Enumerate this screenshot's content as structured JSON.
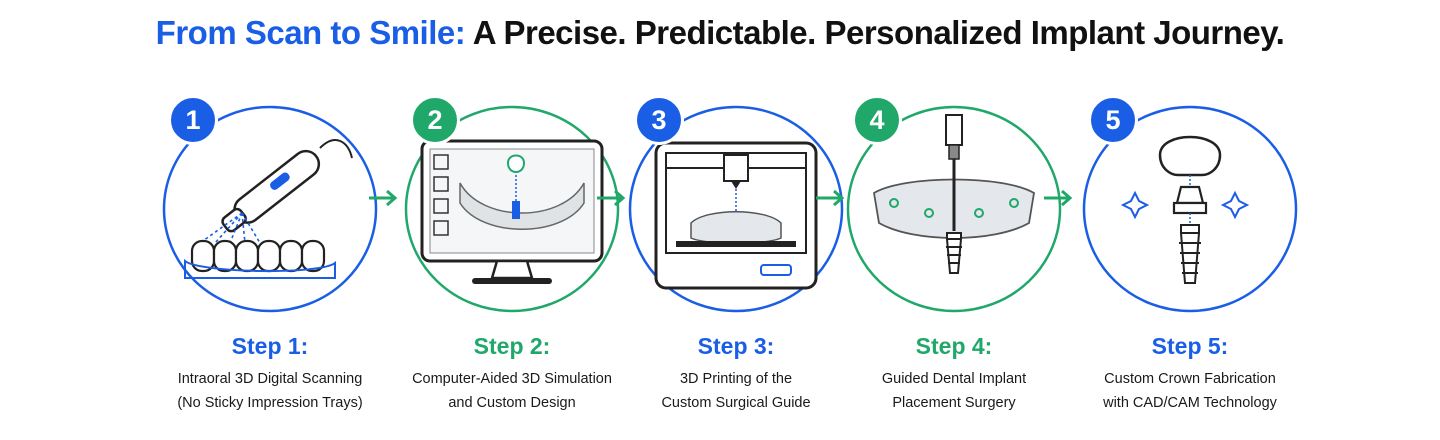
{
  "title": {
    "highlight": "From Scan to Smile:",
    "rest": "A Precise. Predictable. Personalized Implant Journey."
  },
  "steps": [
    {
      "number": "1",
      "label": "Step 1:",
      "line1": "Intraoral 3D Digital Scanning",
      "line2": "(No Sticky Impression Trays)",
      "color": "#1a5ee6"
    },
    {
      "number": "2",
      "label": "Step 2:",
      "line1": "Computer-Aided 3D Simulation",
      "line2": "and Custom Design",
      "color": "#20a86a"
    },
    {
      "number": "3",
      "label": "Step 3:",
      "line1": "3D Printing of the",
      "line2": "Custom Surgical Guide",
      "color": "#1a5ee6"
    },
    {
      "number": "4",
      "label": "Step 4:",
      "line1": "Guided Dental Implant",
      "line2": "Placement Surgery",
      "color": "#20a86a"
    },
    {
      "number": "5",
      "label": "Step 5:",
      "line1": "Custom Crown Fabrication",
      "line2": "with CAD/CAM Technology",
      "color": "#1a5ee6"
    }
  ],
  "colors": {
    "blue": "#1a5ee6",
    "green": "#20a86a",
    "arrow": "#20a86a"
  },
  "icons": [
    "intraoral-scanner-icon",
    "cad-monitor-icon",
    "3d-printer-icon",
    "surgical-guide-drill-icon",
    "crown-abutment-implant-icon"
  ]
}
